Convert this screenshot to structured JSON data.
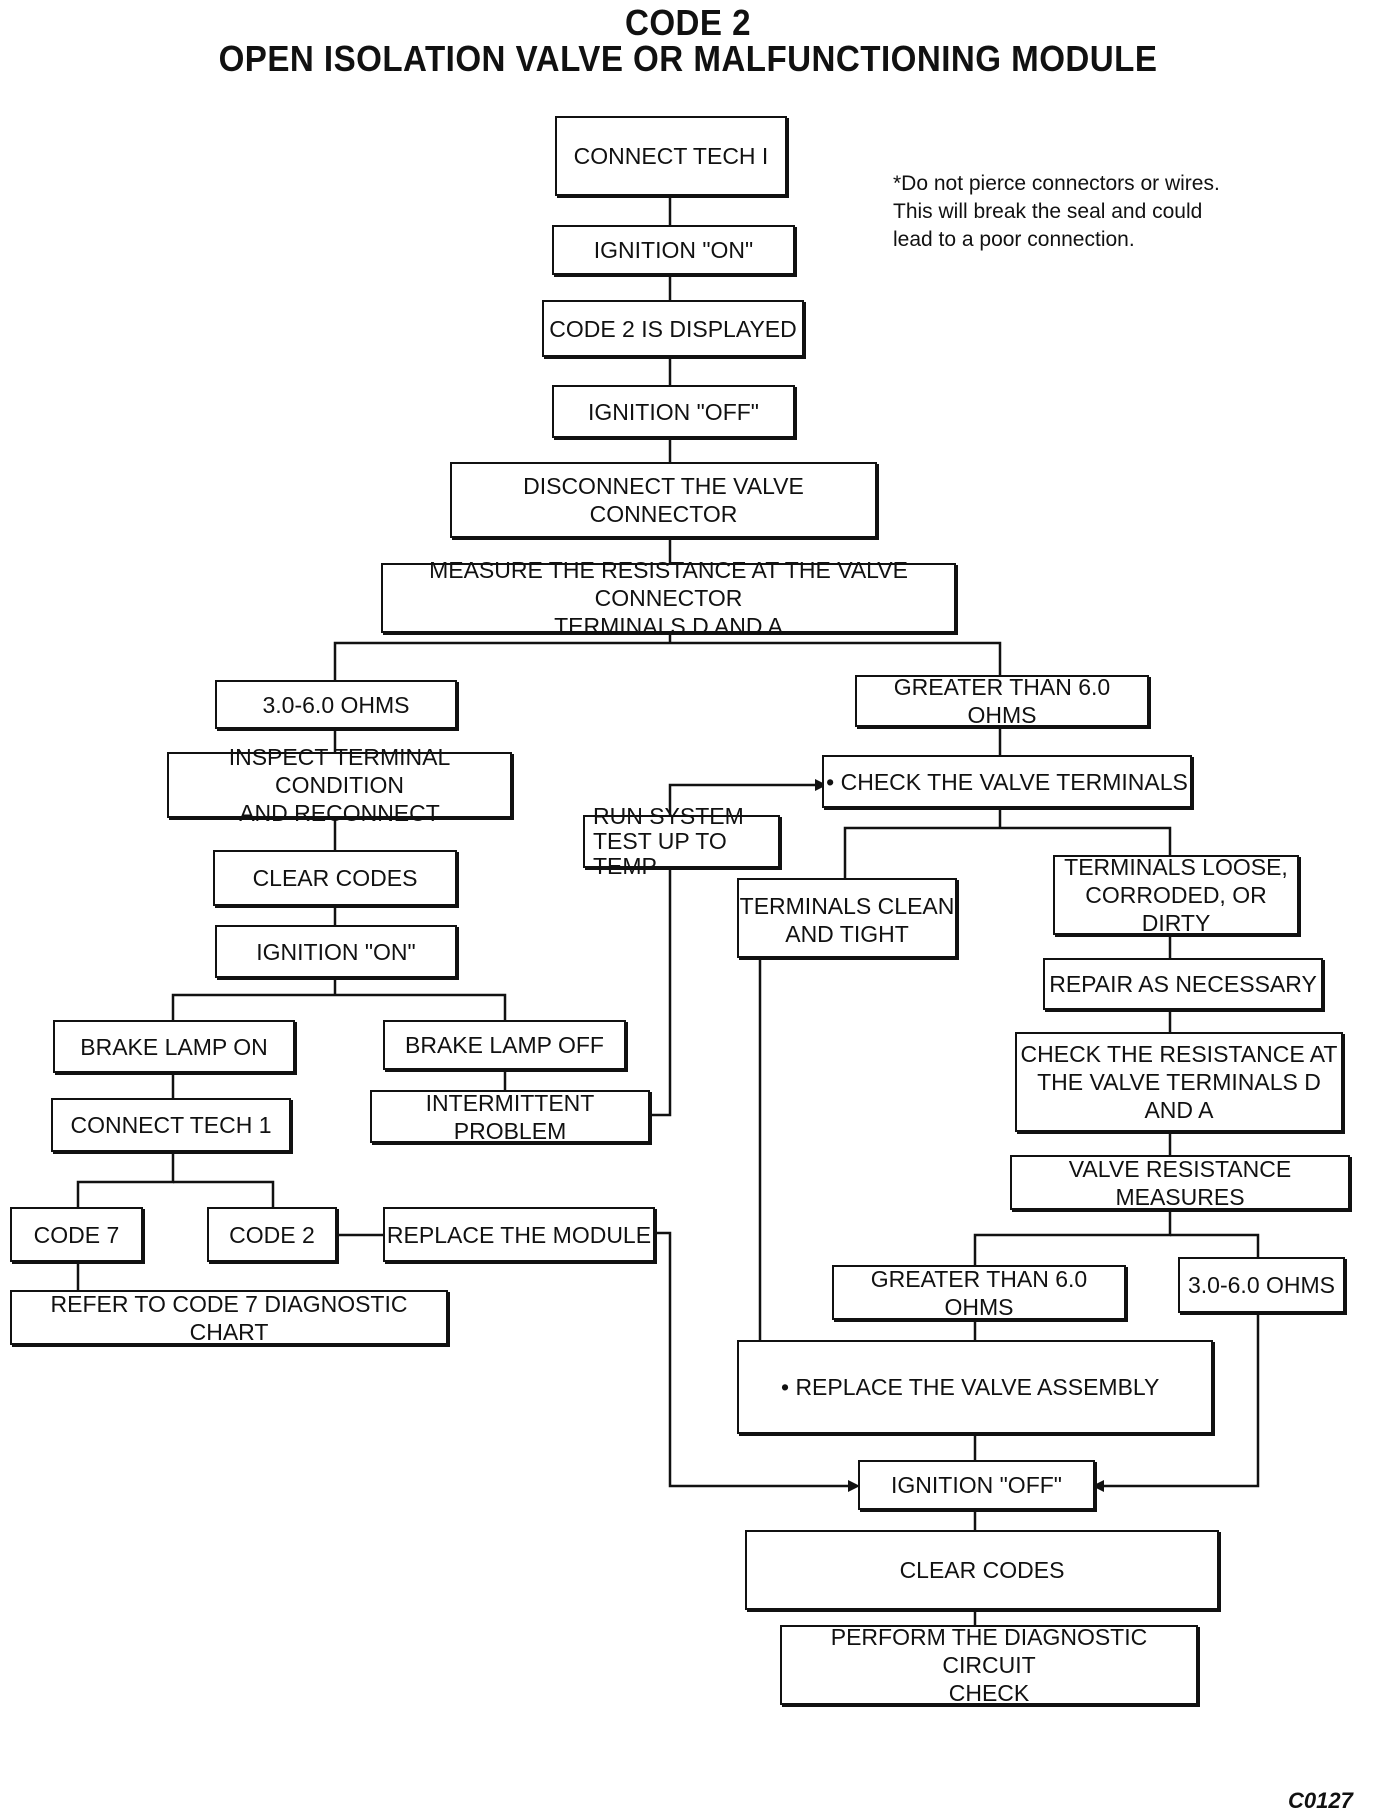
{
  "title": {
    "line1": "CODE 2",
    "line2": "OPEN ISOLATION VALVE OR MALFUNCTIONING MODULE"
  },
  "note": "*Do not pierce connectors or wires.\nThis will break the seal and  could\nlead to a poor connection.",
  "figure_id": "C0127",
  "nodes": {
    "connect_tech": "CONNECT TECH I",
    "ignition_on_1": "IGNITION \"ON\"",
    "code2_displayed": "CODE 2 IS DISPLAYED",
    "ignition_off_1": "IGNITION \"OFF\"",
    "disconnect_valve": "DISCONNECT THE VALVE CONNECTOR",
    "measure_resistance": "MEASURE THE RESISTANCE AT THE VALVE CONNECTOR\nTERMINALS D AND A",
    "ohms_3_6_left": "3.0-6.0 OHMS",
    "greater_6_top": "GREATER THAN 6.0 OHMS",
    "inspect_terminal": "INSPECT TERMINAL CONDITION\nAND RECONNECT",
    "check_valve_terminals": "• CHECK THE VALVE TERMINALS",
    "run_system_test": "RUN SYSTEM\nTEST UP TO TEMP",
    "clear_codes_1": "CLEAR CODES",
    "terminals_clean": "TERMINALS CLEAN\nAND TIGHT",
    "terminals_loose": "TERMINALS LOOSE,\nCORRODED, OR DIRTY",
    "ignition_on_2": "IGNITION \"ON\"",
    "repair_as_necessary": "REPAIR AS NECESSARY",
    "brake_lamp_on": "BRAKE LAMP ON",
    "brake_lamp_off": "BRAKE LAMP OFF",
    "check_resistance_terminals": "CHECK THE RESISTANCE AT\nTHE VALVE TERMINALS D\nAND A",
    "intermittent_problem": "INTERMITTENT PROBLEM",
    "connect_tech_1": "CONNECT TECH 1",
    "valve_resistance_measures": "VALVE RESISTANCE MEASURES",
    "code_7": "CODE 7",
    "code_2": "CODE 2",
    "replace_module": "REPLACE THE MODULE",
    "refer_code7": "REFER TO CODE 7 DIAGNOSTIC CHART",
    "greater_6_bottom": "GREATER THAN 6.0 OHMS",
    "ohms_3_6_right": "3.0-6.0 OHMS",
    "replace_valve_assembly": "• REPLACE THE VALVE ASSEMBLY",
    "ignition_off_2": "IGNITION \"OFF\"",
    "clear_codes_2": "CLEAR CODES",
    "perform_diagnostic": "PERFORM THE DIAGNOSTIC CIRCUIT\nCHECK"
  }
}
